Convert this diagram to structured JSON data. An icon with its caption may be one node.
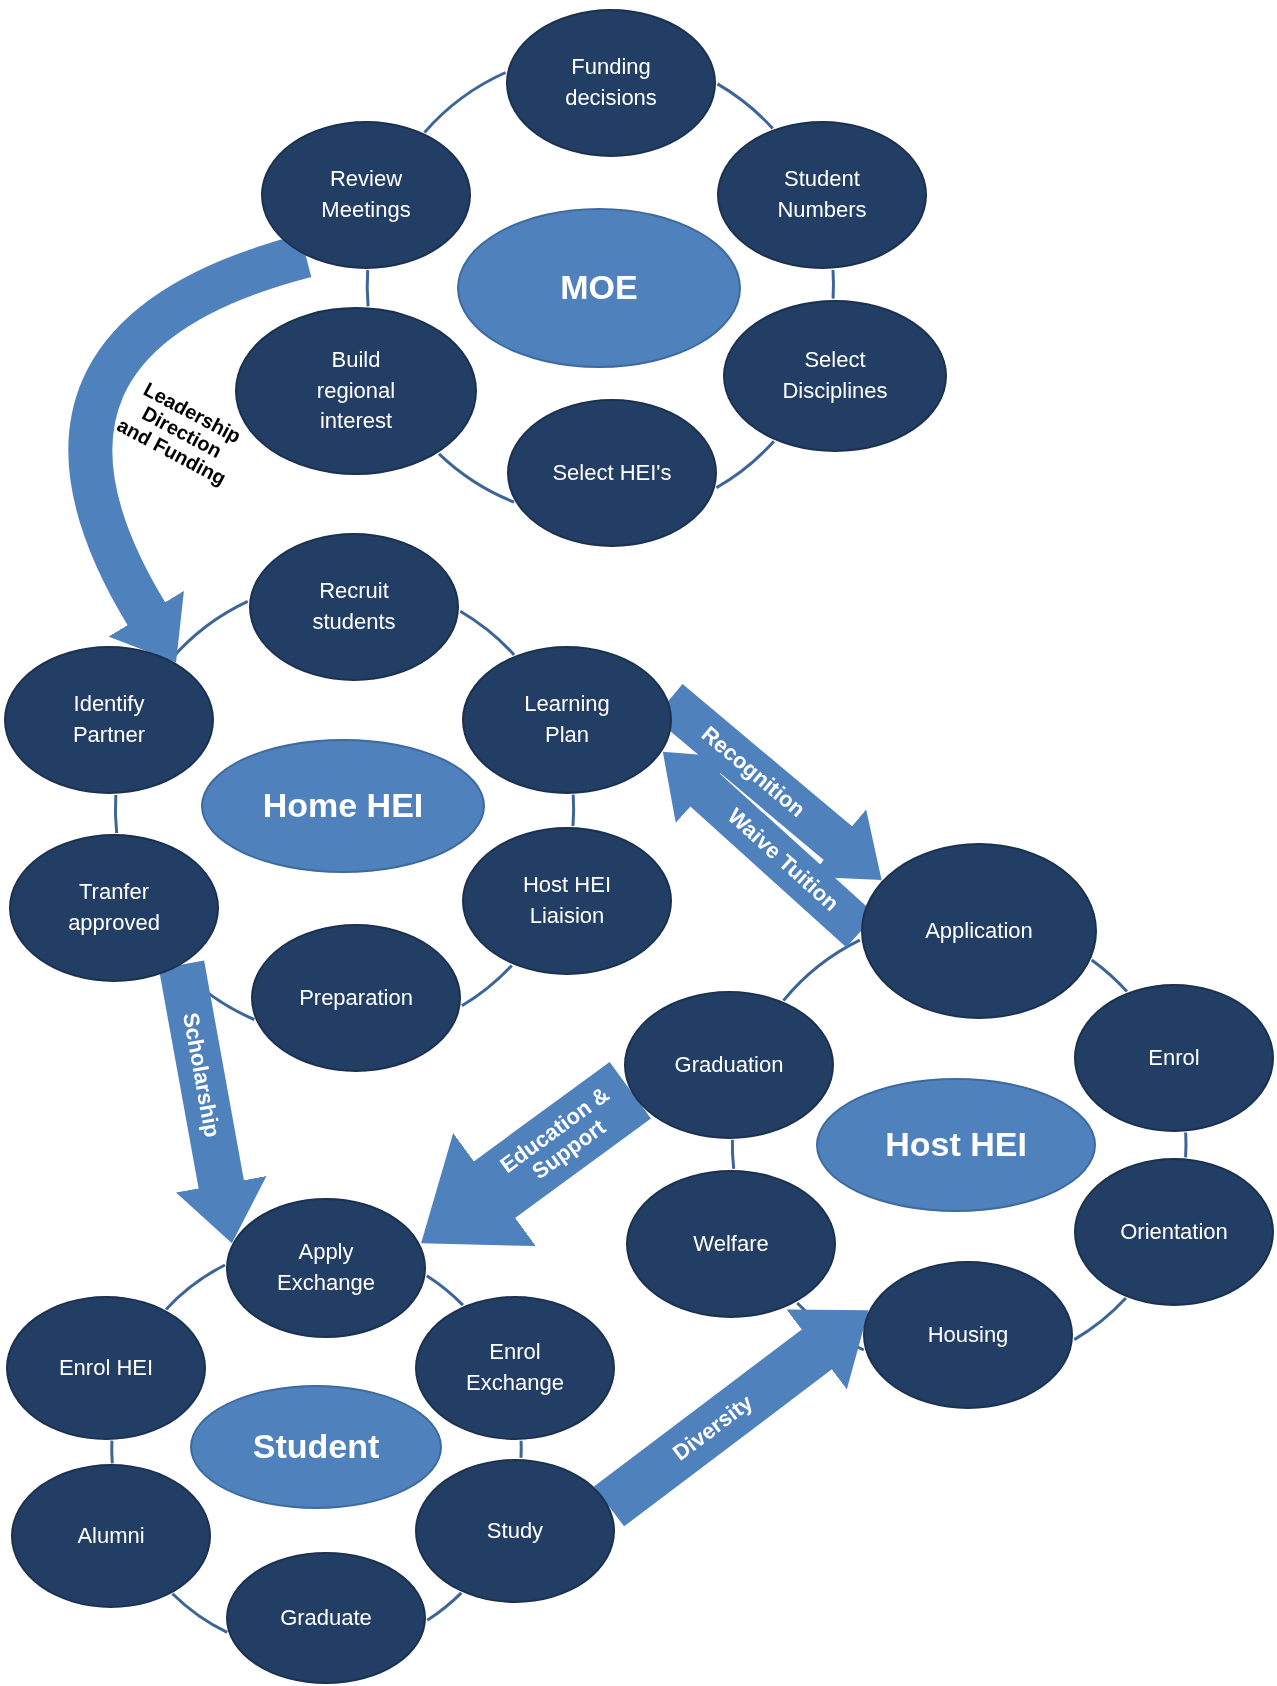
{
  "diagram": {
    "nodes": [
      {
        "text": [
          "MOE"
        ]
      },
      {
        "text": [
          "Funding decisions"
        ]
      },
      {
        "text": [
          "Student Numbers"
        ]
      },
      {
        "text": [
          "Select Disciplines"
        ]
      },
      {
        "text": [
          "Select HEI's"
        ]
      },
      {
        "text": [
          "Build regional interest"
        ]
      },
      {
        "text": [
          "Review Meetings"
        ]
      },
      {
        "text": [
          "Home HEI"
        ]
      },
      {
        "text": [
          "Recruit students"
        ]
      },
      {
        "text": [
          "Learning Plan"
        ]
      },
      {
        "text": [
          "Host HEI Liaision"
        ]
      },
      {
        "text": [
          "Preparation"
        ]
      },
      {
        "text": [
          "Tranfer approved"
        ]
      },
      {
        "text": [
          "Identify Partner"
        ]
      },
      {
        "text": [
          "Host HEI"
        ]
      },
      {
        "text": [
          "Application"
        ]
      },
      {
        "text": [
          "Enrol"
        ]
      },
      {
        "text": [
          "Orientation"
        ]
      },
      {
        "text": [
          "Housing"
        ]
      },
      {
        "text": [
          "Welfare"
        ]
      },
      {
        "text": [
          "Graduation"
        ]
      },
      {
        "text": [
          "Student"
        ]
      },
      {
        "text": [
          "Apply Exchange"
        ]
      },
      {
        "text": [
          "Enrol Exchange"
        ]
      },
      {
        "text": [
          "Study"
        ]
      },
      {
        "text": [
          "Graduate"
        ]
      },
      {
        "text": [
          "Alumni"
        ]
      },
      {
        "text": [
          "Enrol HEI"
        ]
      }
    ],
    "edges": [
      {
        "from": 1,
        "to": 2,
        "arrow": "none"
      },
      {
        "from": 2,
        "to": 3,
        "arrow": "none"
      },
      {
        "from": 3,
        "to": 4,
        "arrow": "none"
      },
      {
        "from": 4,
        "to": 5,
        "arrow": "none"
      },
      {
        "from": 5,
        "to": 6,
        "arrow": "none"
      },
      {
        "from": 6,
        "to": 1,
        "arrow": "none"
      },
      {
        "from": 8,
        "to": 9,
        "arrow": "none"
      },
      {
        "from": 9,
        "to": 10,
        "arrow": "none"
      },
      {
        "from": 10,
        "to": 11,
        "arrow": "none"
      },
      {
        "from": 11,
        "to": 12,
        "arrow": "none"
      },
      {
        "from": 12,
        "to": 13,
        "arrow": "none"
      },
      {
        "from": 13,
        "to": 8,
        "arrow": "none"
      },
      {
        "from": 15,
        "to": 16,
        "arrow": "none"
      },
      {
        "from": 16,
        "to": 17,
        "arrow": "none"
      },
      {
        "from": 17,
        "to": 18,
        "arrow": "none"
      },
      {
        "from": 18,
        "to": 19,
        "arrow": "none"
      },
      {
        "from": 19,
        "to": 20,
        "arrow": "none"
      },
      {
        "from": 20,
        "to": 15,
        "arrow": "none"
      },
      {
        "from": 22,
        "to": 23,
        "arrow": "none"
      },
      {
        "from": 23,
        "to": 24,
        "arrow": "none"
      },
      {
        "from": 24,
        "to": 25,
        "arrow": "none"
      },
      {
        "from": 25,
        "to": 26,
        "arrow": "none"
      },
      {
        "from": 26,
        "to": 27,
        "arrow": "none"
      },
      {
        "from": 27,
        "to": 22,
        "arrow": "none"
      },
      {
        "from": 6,
        "to": 13,
        "arrow": "to",
        "label": "Leadership Direction and Funding",
        "style": "thick"
      },
      {
        "from": 9,
        "to": 15,
        "arrow": "to",
        "label": "Recognition",
        "style": "thick"
      },
      {
        "from": 15,
        "to": 9,
        "arrow": "to",
        "label": "Waive Tuition",
        "style": "thick"
      },
      {
        "from": 12,
        "to": 22,
        "arrow": "to",
        "label": "Scholarship",
        "style": "thick"
      },
      {
        "from": 20,
        "to": 22,
        "arrow": "to",
        "label": "Education & Support",
        "style": "thick"
      },
      {
        "from": 24,
        "to": 18,
        "arrow": "to",
        "label": "Diversity",
        "style": "thick"
      }
    ]
  }
}
